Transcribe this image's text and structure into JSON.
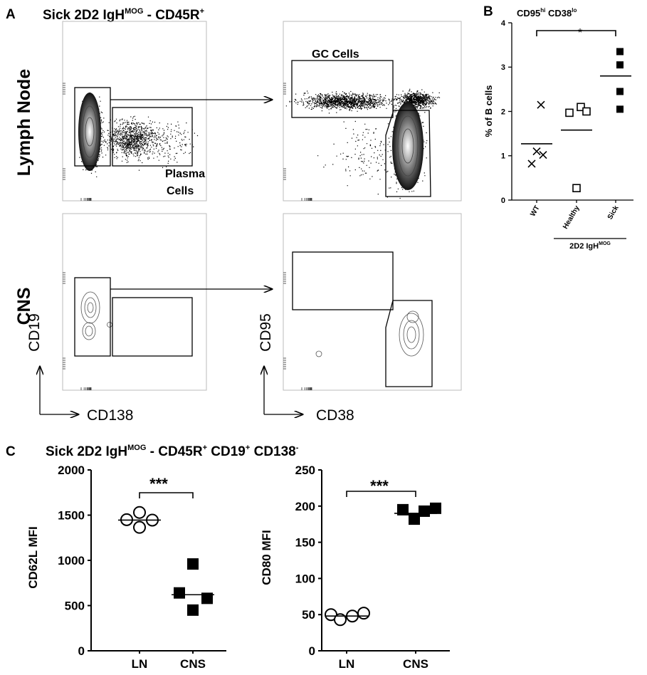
{
  "panelA": {
    "letter": "A",
    "title_main": "Sick 2D2 IgH",
    "title_sup": "MOG",
    "title_rest": " - CD45R",
    "title_sup2": "+",
    "row_labels": [
      "Lymph Node",
      "CNS"
    ],
    "gate_labels": {
      "gc": "GC Cells",
      "plasma_1": "Plasma",
      "plasma_2": "Cells"
    },
    "axes": {
      "x_left": "CD138",
      "y_left": "CD19",
      "x_right": "CD38",
      "y_right": "CD95"
    }
  },
  "panelB": {
    "letter": "B",
    "title_1": "CD95",
    "title_sup_1": "hi",
    "title_2": " CD38",
    "title_sup_2": "lo",
    "ylabel": "% of B cells",
    "yticks": [
      "0",
      "1",
      "2",
      "3",
      "4"
    ],
    "group_label": "2D2 IgH",
    "group_sup": "MOG",
    "significance": "*"
  },
  "panelC": {
    "letter": "C",
    "title_main": "Sick 2D2 IgH",
    "title_sup": "MOG",
    "title_rest": " - CD45R",
    "title_sup2": "+",
    "title_cd19": " CD19",
    "title_sup3": "+",
    "title_cd138": " CD138",
    "title_sup4": "-",
    "left_ylabel": "CD62L MFI",
    "left_yticks": [
      "0",
      "500",
      "1000",
      "1500",
      "2000"
    ],
    "right_ylabel": "CD80 MFI",
    "right_yticks": [
      "0",
      "50",
      "100",
      "150",
      "200",
      "250"
    ],
    "significance": "***"
  },
  "chart_data": [
    {
      "type": "scatter",
      "title": "CD95hi CD38lo",
      "ylabel": "% of B cells",
      "categories": [
        "WT",
        "Healthy",
        "Sick"
      ],
      "ylim": [
        0,
        4
      ],
      "series": [
        {
          "name": "WT",
          "marker": "x",
          "values": [
            2.15,
            1.1,
            1.02,
            0.82
          ],
          "mean": 1.27
        },
        {
          "name": "Healthy",
          "marker": "open-square",
          "values": [
            2.1,
            2.0,
            1.97,
            0.27
          ],
          "mean": 1.58
        },
        {
          "name": "Sick",
          "marker": "filled-square",
          "values": [
            3.35,
            3.05,
            2.45,
            2.05
          ],
          "mean": 2.8
        }
      ]
    },
    {
      "type": "scatter",
      "ylabel": "CD62L MFI",
      "categories": [
        "LN",
        "CNS"
      ],
      "ylim": [
        0,
        2000
      ],
      "series": [
        {
          "name": "LN",
          "marker": "open-circle",
          "values": [
            1530,
            1445,
            1450,
            1365
          ],
          "mean": 1445
        },
        {
          "name": "CNS",
          "marker": "filled-square",
          "values": [
            960,
            640,
            580,
            450
          ],
          "mean": 620
        }
      ]
    },
    {
      "type": "scatter",
      "ylabel": "CD80 MFI",
      "categories": [
        "LN",
        "CNS"
      ],
      "ylim": [
        0,
        250
      ],
      "series": [
        {
          "name": "LN",
          "marker": "open-circle",
          "values": [
            50,
            43,
            48,
            52
          ],
          "mean": 48
        },
        {
          "name": "CNS",
          "marker": "filled-square",
          "values": [
            195,
            182,
            193,
            197
          ],
          "mean": 190
        }
      ]
    }
  ]
}
